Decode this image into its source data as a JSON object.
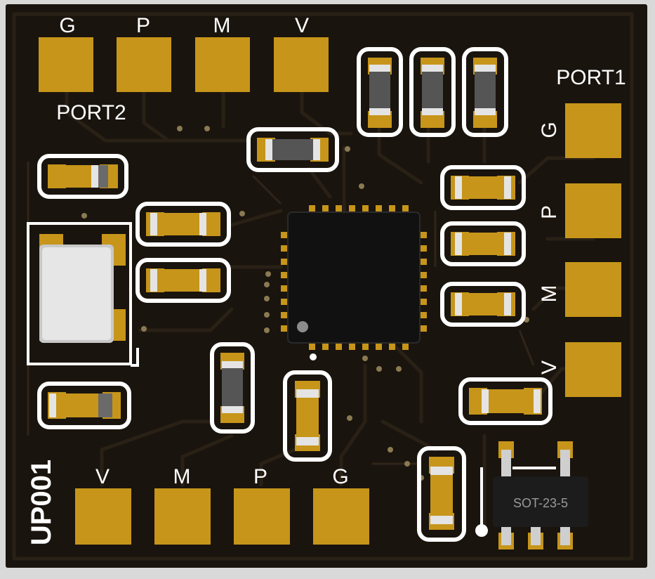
{
  "board": {
    "board_color": "#1a140e",
    "trace_color": "#241c12",
    "pad_color": "#c6951a",
    "silk_color": "#ffffff",
    "chip_color": "#141414",
    "board_label": "UP001"
  },
  "ports": {
    "port2": {
      "title": "PORT2",
      "pins": [
        "G",
        "P",
        "M",
        "V"
      ]
    },
    "port1": {
      "title": "PORT1",
      "pins": [
        "G",
        "P",
        "M",
        "V"
      ]
    },
    "bottom": {
      "pins": [
        "V",
        "M",
        "P",
        "G"
      ]
    }
  },
  "components": {
    "regulator_package": "SOT-23-5"
  }
}
